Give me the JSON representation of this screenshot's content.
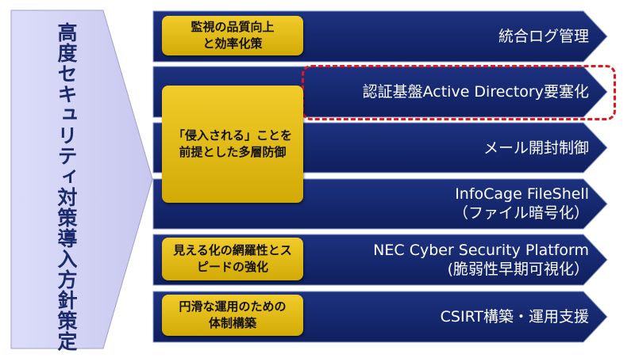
{
  "left_arrow": {
    "label": "高度セキュリティ対策導入方針策定"
  },
  "categories": [
    {
      "label": "監視の品質向上と効率化策"
    },
    {
      "label": "「侵入される」ことを前提とした多層防御"
    },
    {
      "label": "見える化の網羅性とスピードの強化"
    },
    {
      "label": "円滑な運用のための体制構築"
    }
  ],
  "measures": [
    {
      "line1": "統合ログ管理"
    },
    {
      "line1": "認証基盤Active Directory要塞化",
      "highlighted": true
    },
    {
      "line1": "メール開封制御"
    },
    {
      "line1": "InfoCage FileShell",
      "line2": "（ファイル暗号化）"
    },
    {
      "line1": "NEC Cyber Security Platform",
      "line2": "(脆弱性早期可視化）"
    },
    {
      "line1": "CSIRT構築・運用支援"
    }
  ],
  "colors": {
    "band": "#12246a",
    "box": "#e2bb14",
    "left": "#d4d4f6",
    "highlight": "#e3161b"
  }
}
